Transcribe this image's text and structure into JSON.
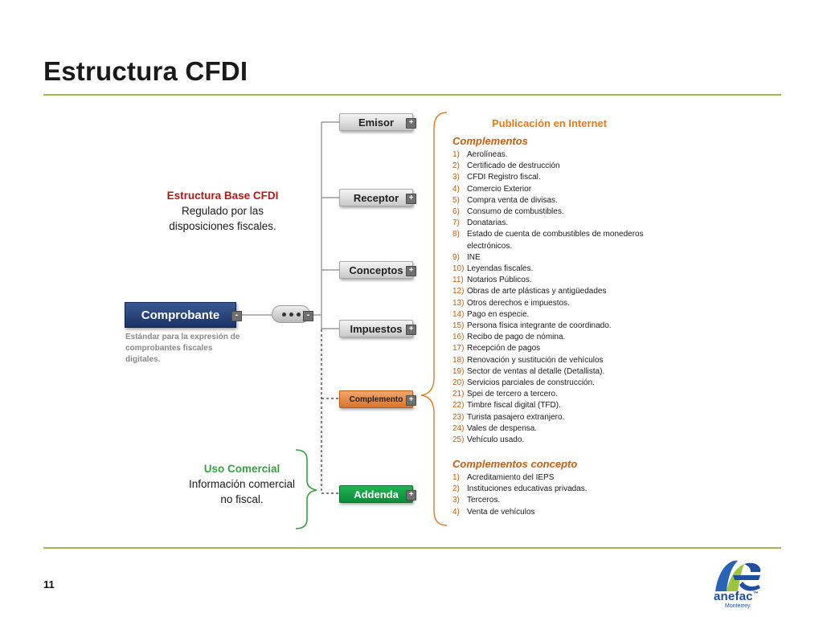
{
  "slide": {
    "title": "Estructura CFDI",
    "page_number": "11"
  },
  "root": {
    "label": "Comprobante",
    "description": "Estándar para la expresión de comprobantes fiscales digitales."
  },
  "nodes": [
    {
      "label": "Emisor",
      "style": "grey"
    },
    {
      "label": "Receptor",
      "style": "grey"
    },
    {
      "label": "Conceptos",
      "style": "grey"
    },
    {
      "label": "Impuestos",
      "style": "grey"
    },
    {
      "label": "Complemento",
      "style": "orange"
    },
    {
      "label": "Addenda",
      "style": "green"
    }
  ],
  "notes": {
    "base": {
      "heading": "Estructura Base CFDI",
      "body": "Regulado por las disposiciones fiscales."
    },
    "uso": {
      "heading": "Uso Comercial",
      "body": "Información comercial no fiscal."
    }
  },
  "publication": {
    "title": "Publicación en Internet",
    "complementos_title": "Complementos",
    "complementos": [
      "Aerolíneas.",
      "Certificado de destrucción",
      "CFDI Registro fiscal.",
      "Comercio Exterior",
      "Compra venta de divisas.",
      "Consumo de combustibles.",
      "Donatarias.",
      "Estado de cuenta de combustibles de monederos electrónicos.",
      "INE",
      "Leyendas fiscales.",
      "Notarios Públicos.",
      "Obras de arte plásticas y antigüedades",
      "Otros derechos e impuestos.",
      "Pago en especie.",
      "Persona física integrante de coordinado.",
      "Recibo de pago de nómina.",
      "Recepción de pagos",
      "Renovación y sustitución de vehículos",
      "Sector de ventas al detalle (Detallista).",
      "Servicios parciales de construcción.",
      "Spei de tercero a tercero.",
      "Timbre fiscal digital (TFD).",
      "Turista pasajero extranjero.",
      "Vales de despensa.",
      "Vehículo usado."
    ],
    "concepto_title": "Complementos concepto",
    "concepto": [
      "Acreditamiento del IEPS",
      "Instituciones educativas privadas.",
      "Terceros.",
      "Venta de vehículos"
    ]
  },
  "logo": {
    "name": "anefac",
    "tm": "™",
    "subtitle": "Monterrey"
  },
  "colors": {
    "rule": "#9cbb4a",
    "root": "#1a3266",
    "orange": "#e07b22",
    "green": "#0c8a3a",
    "red": "#b51a1a"
  }
}
